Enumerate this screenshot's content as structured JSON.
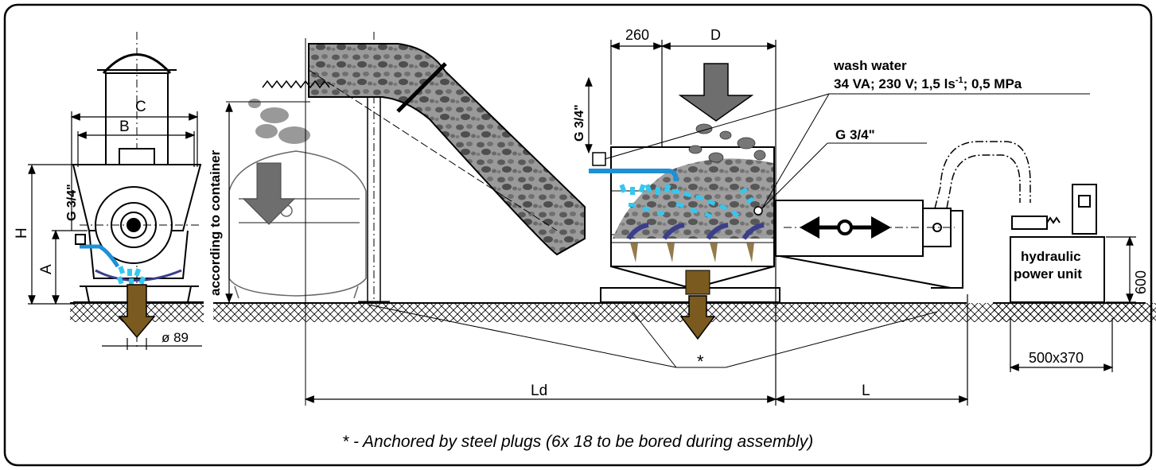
{
  "labels": {
    "c": "C",
    "b": "B",
    "h": "H",
    "a": "A",
    "g34_left": "G 3/4\"",
    "dia89": "ø 89",
    "according": "according to container",
    "dim260": "260",
    "d": "D",
    "g34_mid": "G 3/4\"",
    "wash_title": "wash water",
    "wash_specs_pre": "34 VA; 230 V; 1,5 ls",
    "wash_specs_sup": "-1",
    "wash_specs_post": "; 0,5 MPa",
    "g34_right": "G 3/4\"",
    "hydraulic1": "hydraulic",
    "hydraulic2": "power unit",
    "dim600": "600",
    "dim500": "500x370",
    "ld": "Ld",
    "l": "L",
    "star": "*",
    "footnote": "* - Anchored by steel plugs (6x  18 to be bored during assembly)"
  },
  "colors": {
    "frame": "#000000",
    "water": "#33c8f0",
    "pipe": "#1e90d6",
    "rubble": "#8a8a8a",
    "discharge": "#7a5a1e",
    "arrow_gray": "#6e6e6e",
    "bubble": "#3a3f8c"
  }
}
